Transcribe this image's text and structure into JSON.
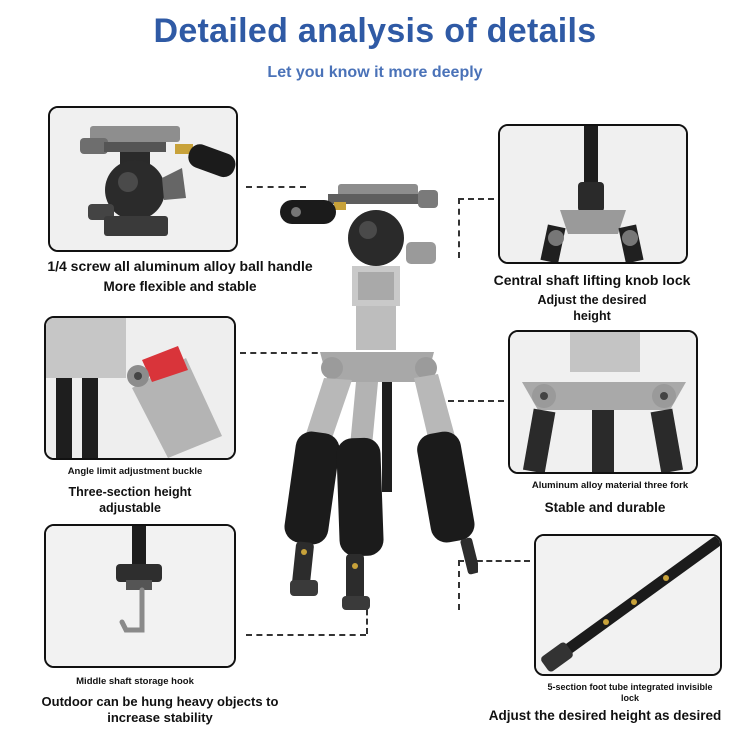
{
  "header": {
    "title": "Detailed analysis of details",
    "subtitle": "Let you know it more deeply"
  },
  "features": {
    "ball_head": {
      "line1": "1/4 screw all aluminum alloy ball handle",
      "line2": "More flexible and stable"
    },
    "central_shaft": {
      "line1": "Central shaft lifting knob lock",
      "line2": "Adjust the desired",
      "line3": "height"
    },
    "angle_limit": {
      "small": "Angle limit adjustment buckle",
      "line1": "Three-section height",
      "line2": "adjustable"
    },
    "three_fork": {
      "small": "Aluminum alloy material three fork",
      "line1": "Stable and durable"
    },
    "storage_hook": {
      "small": "Middle shaft storage hook",
      "line1": "Outdoor can be hung heavy objects to",
      "line2": "increase stability"
    },
    "foot_tube": {
      "small1": "5-section foot tube integrated invisible",
      "small2": "lock",
      "line1": "Adjust the desired height as desired"
    }
  },
  "colors": {
    "title_blue": "#2f5aa5",
    "subtitle_blue": "#4a72b8",
    "metal_silver": "#b9b9b9",
    "foam_black": "#1b1b1b",
    "accent_red": "#d9343a",
    "brass": "#c8a23a"
  }
}
